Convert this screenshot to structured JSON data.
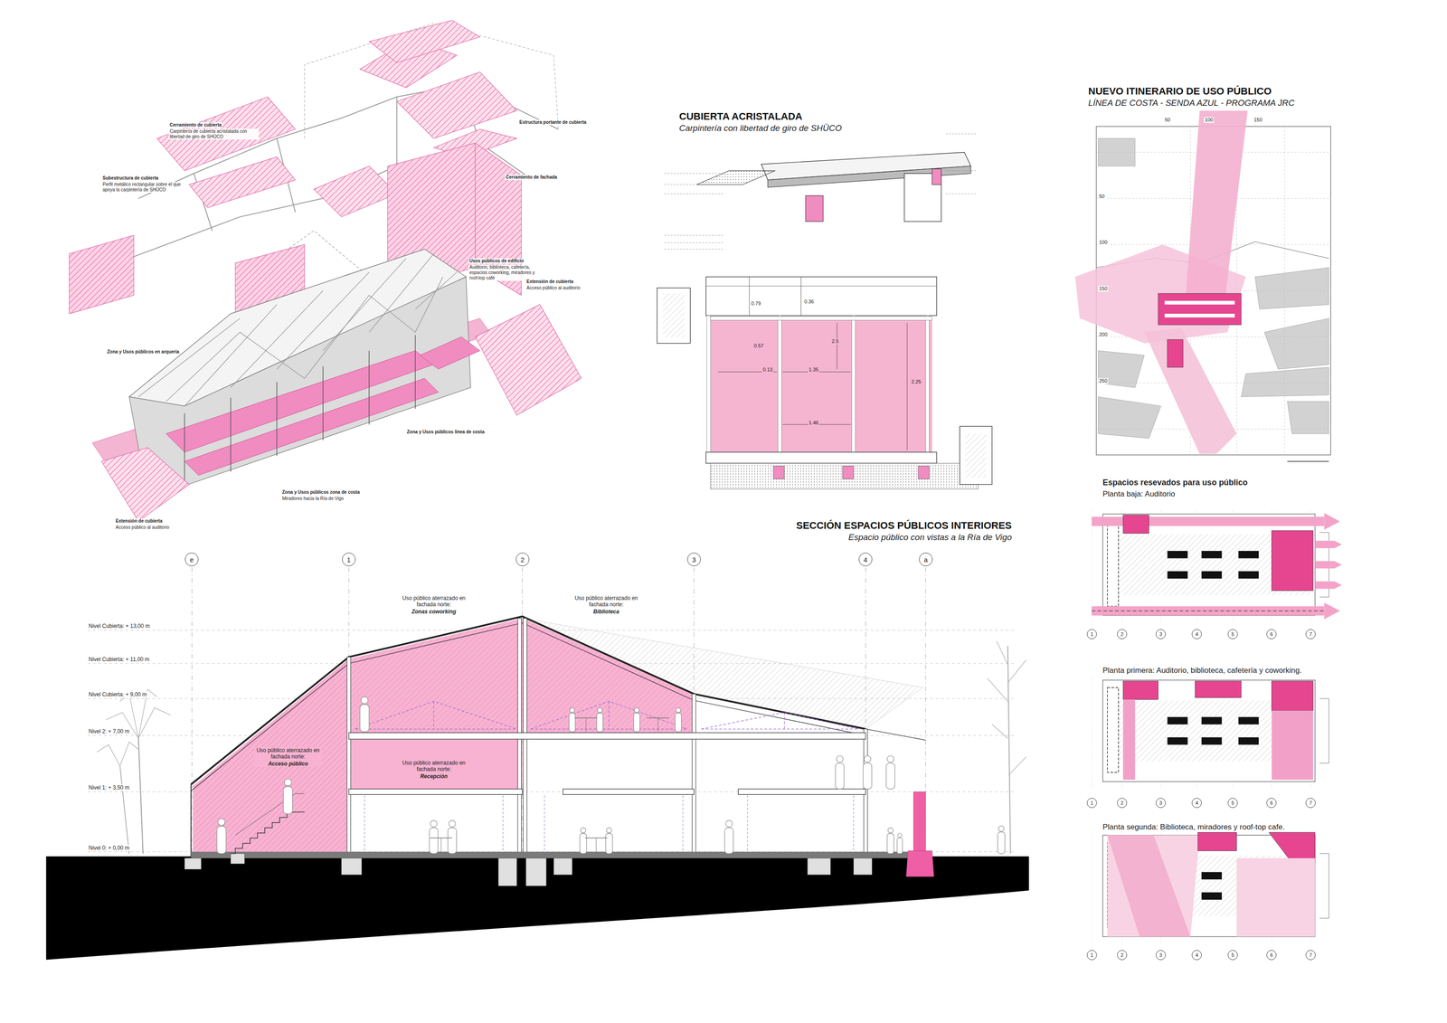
{
  "diagram": {
    "nodes": [
      {
        "text": [
          "e"
        ]
      },
      {
        "text": [
          "1"
        ]
      },
      {
        "text": [
          "2"
        ]
      },
      {
        "text": [
          "3"
        ]
      },
      {
        "text": [
          "4"
        ]
      },
      {
        "text": [
          "a"
        ]
      },
      {
        "text": [
          "1"
        ]
      },
      {
        "text": [
          "2"
        ]
      },
      {
        "text": [
          "3"
        ]
      },
      {
        "text": [
          "4"
        ]
      },
      {
        "text": [
          "5"
        ]
      },
      {
        "text": [
          "6"
        ]
      },
      {
        "text": [
          "7"
        ]
      },
      {
        "text": [
          "1"
        ]
      },
      {
        "text": [
          "2"
        ]
      },
      {
        "text": [
          "3"
        ]
      },
      {
        "text": [
          "4"
        ]
      },
      {
        "text": [
          "5"
        ]
      },
      {
        "text": [
          "6"
        ]
      },
      {
        "text": [
          "7"
        ]
      },
      {
        "text": [
          "1"
        ]
      },
      {
        "text": [
          "2"
        ]
      },
      {
        "text": [
          "3"
        ]
      },
      {
        "text": [
          "4"
        ]
      },
      {
        "text": [
          "5"
        ]
      },
      {
        "text": [
          "6"
        ]
      },
      {
        "text": [
          "7"
        ]
      }
    ],
    "labels": [
      "Cerramiento de cubierta",
      "Carpintería de cubierta acristalada con libertad de giro de SHÜCO",
      "Estructura portante de cubierta",
      "Subestructura de cubierta",
      "Perfil metálico rectangular sobre el que apoya la carpintería de SHÜCO",
      "Cerramiento de fachada",
      "Usos públicos de edificio",
      "Auditorio, biblioteca, cafetería, espacios coworking, miradores y roof-top café",
      "Extensión de cubierta",
      "Acceso público al auditorio",
      "Zona y Usos públicos en arquería",
      "Zona y Usos públicos línea de costa",
      "Zona y Usos públicos zona de costa",
      "Miradores hacia la Ría de Vigo",
      "Extensión de cubierta",
      "Acceso público al auditorio",
      "CUBIERTA ACRISTALADA",
      "Carpintería con libertad de giro de SHÜCO",
      "NUEVO ITINERARIO DE USO PÚBLICO",
      "LÍNEA DE COSTA - SENDA AZUL - PROGRAMA JRC",
      "50",
      "100",
      "150",
      "50",
      "100",
      "150",
      "200",
      "250",
      "0.79",
      "0.36",
      "0.57",
      "0.13",
      "1.35",
      "2.5",
      "2.25",
      "1.46",
      "SECCIÓN ESPACIOS PÚBLICOS INTERIORES",
      "Espacio público con vistas a la Ría de Vigo",
      "Espacios resevados para uso público",
      "Planta baja: Auditorio",
      "Uso público aterrazado en fachada norte:",
      "Zonas coworking",
      "Uso público aterrazado en fachada norte:",
      "Biblioteca",
      "Nivel Cubierta: + 13,00 m",
      "Nivel Cubierta: + 11,00 m",
      "Nivel Cubierta: + 9,00 m",
      "Nivel 2: + 7,00 m",
      "Nivel 1: + 3,50 m",
      "Nivel 0: + 0,00 m",
      "Uso público aterrazado en fachada norte:",
      "Acceso público",
      "Uso público aterrazado en fachada norte:",
      "Recepción",
      "Planta primera: Auditorio, biblioteca, cafetería y coworking.",
      "Planta segunda: Biblioteca, miradores y roof-top cafe."
    ]
  }
}
